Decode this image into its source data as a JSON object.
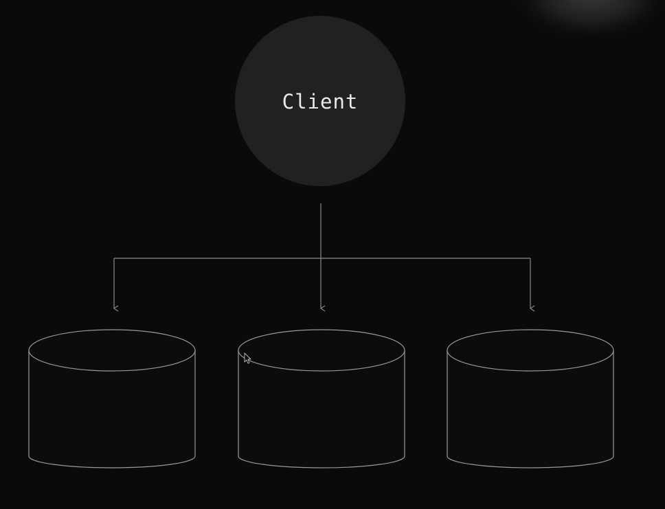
{
  "diagram": {
    "client": {
      "label": "Client"
    },
    "databases": [
      {
        "id": "db-1",
        "label": ""
      },
      {
        "id": "db-2",
        "label": ""
      },
      {
        "id": "db-3",
        "label": ""
      }
    ],
    "colors": {
      "background": "#0a0a0b",
      "client_circle": "#212123",
      "line": "#8a8a8d",
      "text": "#e9e9ea"
    },
    "icons": {
      "cursor": "mouse-pointer-icon",
      "arrow": "arrow-down-icon"
    }
  }
}
